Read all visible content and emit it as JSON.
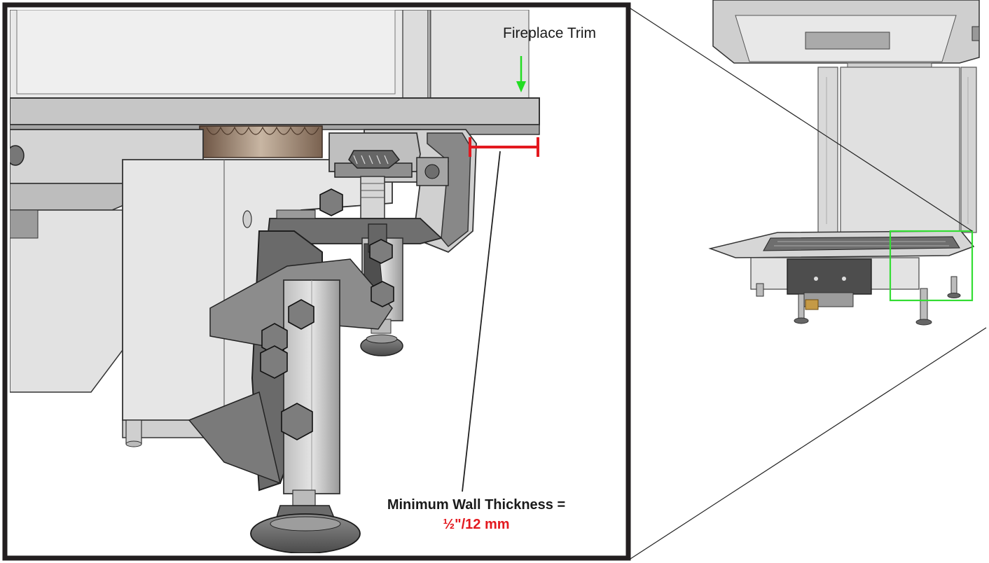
{
  "labels": {
    "fireplace_trim": "Fireplace Trim",
    "minimum_wall_thickness": "Minimum Wall Thickness =",
    "thickness_value": "½\"/12 mm"
  },
  "colors": {
    "frame": "#231f20",
    "trim_arrow": "#22dd22",
    "measure": "#e3191f",
    "highlight_box": "#33dd33",
    "metal_light": "#d9d9d9",
    "metal_mid": "#a9a9a9",
    "metal_dark": "#5a5a5a"
  }
}
